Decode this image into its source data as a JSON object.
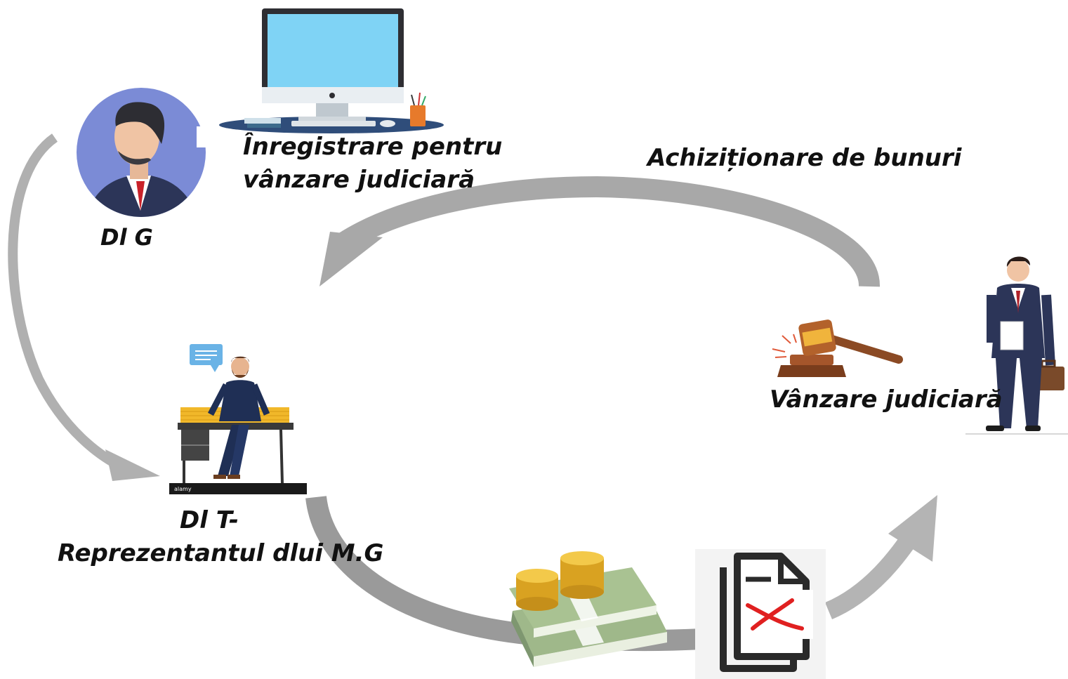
{
  "labels": {
    "mr_g": "Dl G",
    "registration": [
      "Înregistrare pentru",
      "vânzare judiciară"
    ],
    "acquisition": "Achiziționare de bunuri",
    "judicial_sale": "Vânzare judiciară",
    "mr_t": [
      "Dl T-",
      "Reprezentantul dlui M.G"
    ]
  },
  "image_text": {
    "watermark": "alamy"
  },
  "colors": {
    "arrow": "#a6a6a6",
    "avatar_bg": "#7b8bd6",
    "suit": "#2c3558",
    "monitor_screen": "#7fd3f5",
    "gavel": "#8b4a24",
    "money_green": "#8aa872",
    "coin_gold": "#e5b42a",
    "reject_mark": "#e02020"
  }
}
